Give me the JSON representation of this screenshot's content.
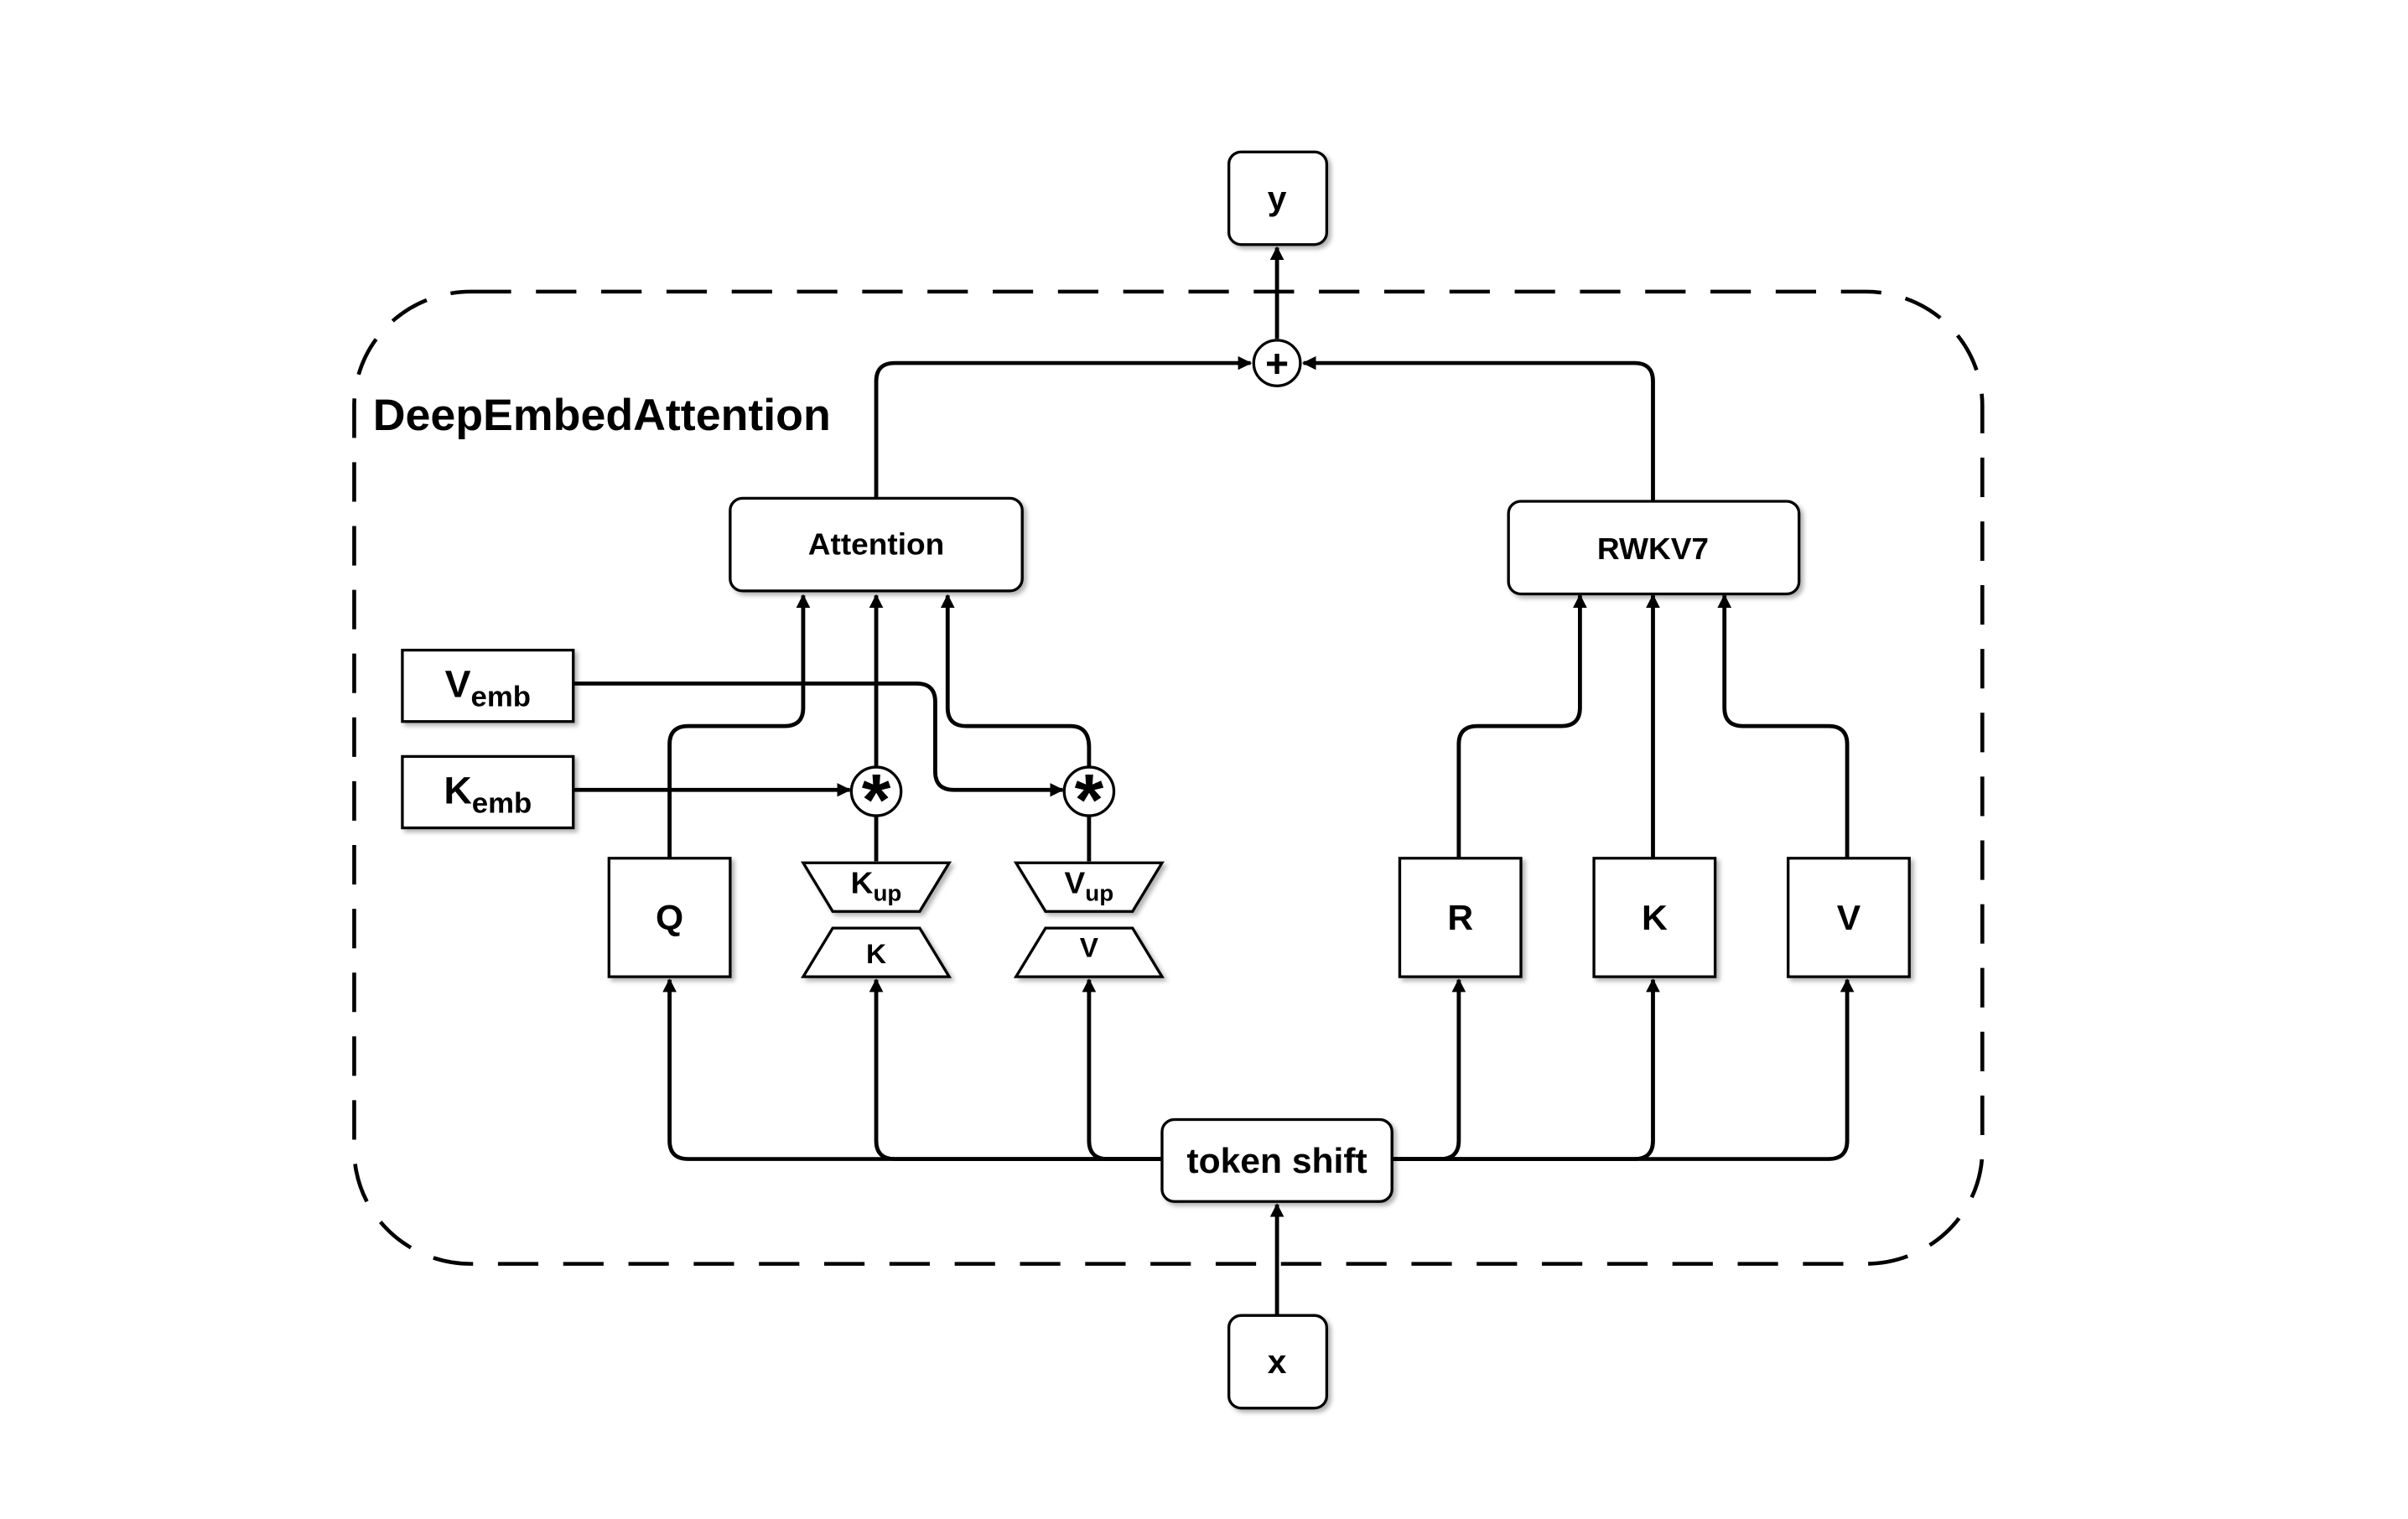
{
  "container": {
    "title": "DeepEmbedAttention"
  },
  "nodes": {
    "y": "y",
    "x": "x",
    "attention": "Attention",
    "rwkv7": "RWKV7",
    "token_shift": "token shift",
    "q": "Q",
    "r": "R",
    "k_right": "K",
    "v_right": "V",
    "k_down": "K",
    "v_down": "V",
    "v_emb": {
      "base": "V",
      "sub": "emb"
    },
    "k_emb": {
      "base": "K",
      "sub": "emb"
    },
    "k_up": {
      "base": "K",
      "sub": "up"
    },
    "v_up": {
      "base": "V",
      "sub": "up"
    }
  },
  "operators": {
    "sum": "+",
    "mul_k": "*",
    "mul_v": "*"
  }
}
